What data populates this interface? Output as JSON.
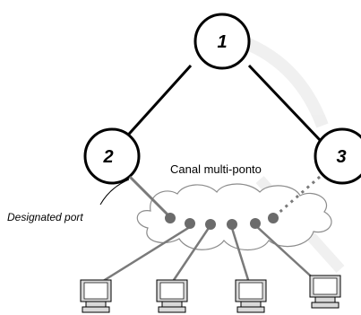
{
  "nodes": [
    {
      "id": "1",
      "label": "1"
    },
    {
      "id": "2",
      "label": "2"
    },
    {
      "id": "3",
      "label": "3"
    }
  ],
  "segment_label": "Canal multi-ponto",
  "port_label": "Designated port",
  "hosts": [
    "computer-1",
    "computer-2",
    "computer-3",
    "computer-4"
  ],
  "colors": {
    "line": "#000000",
    "segment_link": "#7a7a7a",
    "port_dot": "#6b6b6b",
    "cloud": "#8c8c8c"
  }
}
